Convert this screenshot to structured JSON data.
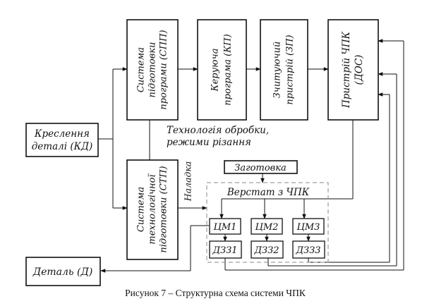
{
  "blocks": {
    "kd": [
      "Креслення",
      "деталі (КД)"
    ],
    "spp": [
      "Система",
      "підготовки",
      "програми (СПП)"
    ],
    "kp": [
      "Керуюча",
      "програма (КП)"
    ],
    "zp": [
      "Зчитуючий",
      "пристрій (ЗП)"
    ],
    "chpk": [
      "Пристрій ЧПК",
      "(ДОС)"
    ],
    "stp": [
      "Система",
      "технологічної",
      "підготовки (СТП)"
    ],
    "zagotovka": "Заготовка",
    "verstat": "Верстат з ЧПК",
    "d": "Деталь (Д)",
    "cm": [
      "ЦМ1",
      "ЦМ2",
      "ЦМ3"
    ],
    "dzz": [
      "ДЗЗ1",
      "ДЗЗ2",
      "ДЗЗ3"
    ]
  },
  "labels": {
    "tech": [
      "Технологія обробки,",
      "режими різання"
    ],
    "naladka": "Наладка"
  },
  "caption": {
    "text": "Рисунок 7 – Структурна схема системи ЧПК"
  }
}
